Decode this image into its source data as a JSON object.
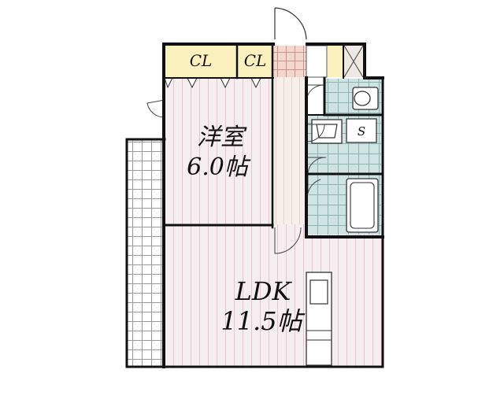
{
  "plan": {
    "colors": {
      "wall": "#111111",
      "room_floor": "#f6eef1",
      "floor_line": "#e3c7cf",
      "hall_floor": "#f7efe9",
      "wet_tile": "#cfe3e3",
      "balcony": "#ffffff",
      "closet_front": "#fbf1be",
      "entrance_tile": "#f3d7cf"
    },
    "rooms": [
      {
        "label": "洋室",
        "area": "6.0帖"
      },
      {
        "label": "LDK",
        "area": "11.5帖"
      }
    ],
    "closets": [
      "CL",
      "CL"
    ],
    "washer_mark": "S",
    "icons": [
      "entrance-door-swing-icon",
      "toilet-icon",
      "washbasin-icon",
      "bathtub-icon",
      "kitchen-sink-icon",
      "shoe-cabinet-icon"
    ]
  }
}
